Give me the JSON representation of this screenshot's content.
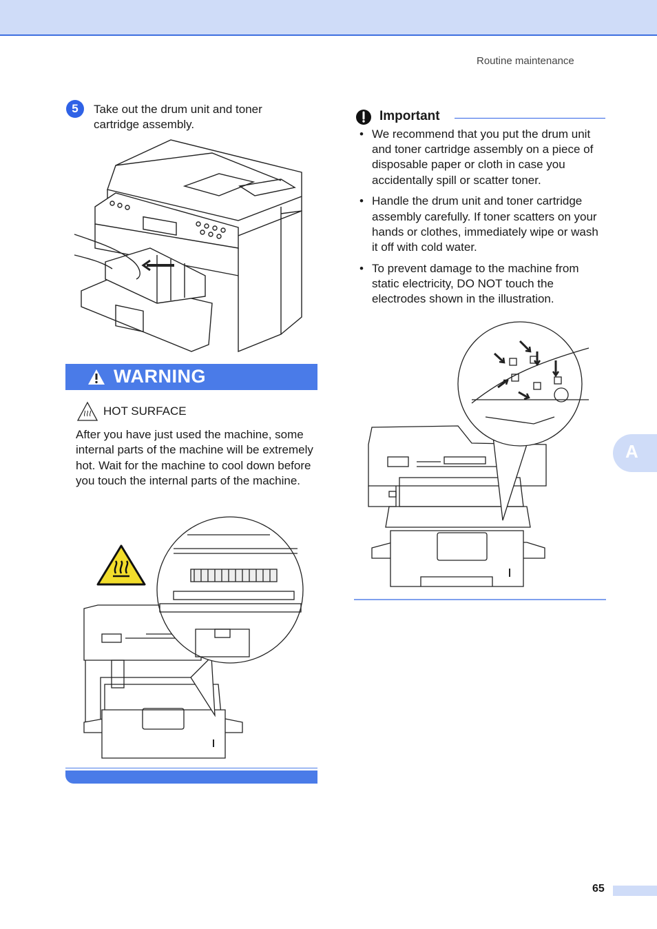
{
  "header": {
    "section_title": "Routine maintenance"
  },
  "step": {
    "number": "5",
    "text": "Take out the drum unit and toner cartridge assembly."
  },
  "warning": {
    "title": "WARNING",
    "hot_label": "HOT SURFACE",
    "body": "After you have just used the machine, some internal parts of the machine will be extremely hot. Wait for the machine to cool down before you touch the internal parts of the machine."
  },
  "important": {
    "title": "Important",
    "items": [
      {
        "text": "We recommend that you put the drum unit and toner cartridge assembly on a piece of disposable paper or cloth in case you accidentally spill or scatter toner."
      },
      {
        "text": "Handle the drum unit and toner cartridge assembly carefully. If toner scatters on your hands or clothes, immediately wipe or wash it off with cold water."
      },
      {
        "text": "To prevent damage to the machine from static electricity, DO NOT touch the electrodes shown in the illustration."
      }
    ]
  },
  "side_tab": {
    "letter": "A"
  },
  "footer": {
    "page_number": "65"
  },
  "colors": {
    "accent": "#2f62e6",
    "band": "#cfdcf8",
    "warning_bar": "#4a7be8",
    "hot_icon": "#f2dd2b"
  },
  "icons": {
    "warning": "warning-triangle-icon",
    "hot_surface": "hot-surface-icon",
    "important": "exclamation-circle-icon"
  }
}
